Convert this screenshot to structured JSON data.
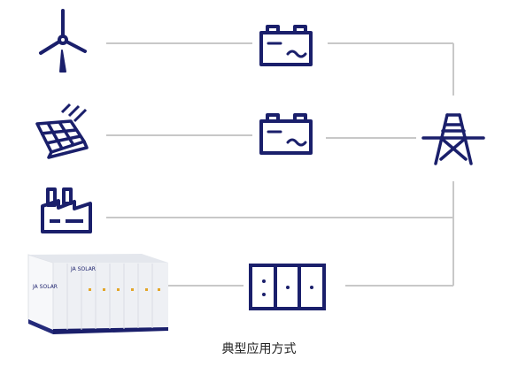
{
  "diagram": {
    "caption": "典型应用方式",
    "nodes": [
      {
        "name": "wind-turbine",
        "icon": "wind-turbine-icon"
      },
      {
        "name": "solar-panel",
        "icon": "solar-panel-icon"
      },
      {
        "name": "factory",
        "icon": "factory-icon"
      },
      {
        "name": "energy-storage-container",
        "icon": "battery-container-image"
      },
      {
        "name": "inverter-top",
        "icon": "battery-inverter-icon"
      },
      {
        "name": "inverter-middle",
        "icon": "battery-inverter-icon"
      },
      {
        "name": "converter-cabinet",
        "icon": "cabinet-icon"
      },
      {
        "name": "transmission-tower",
        "icon": "power-tower-icon"
      }
    ],
    "container_brand": "JA SOLAR",
    "colors": {
      "icon": "#1a1f6b",
      "line": "#c8c8c8",
      "caption": "#222222"
    }
  }
}
